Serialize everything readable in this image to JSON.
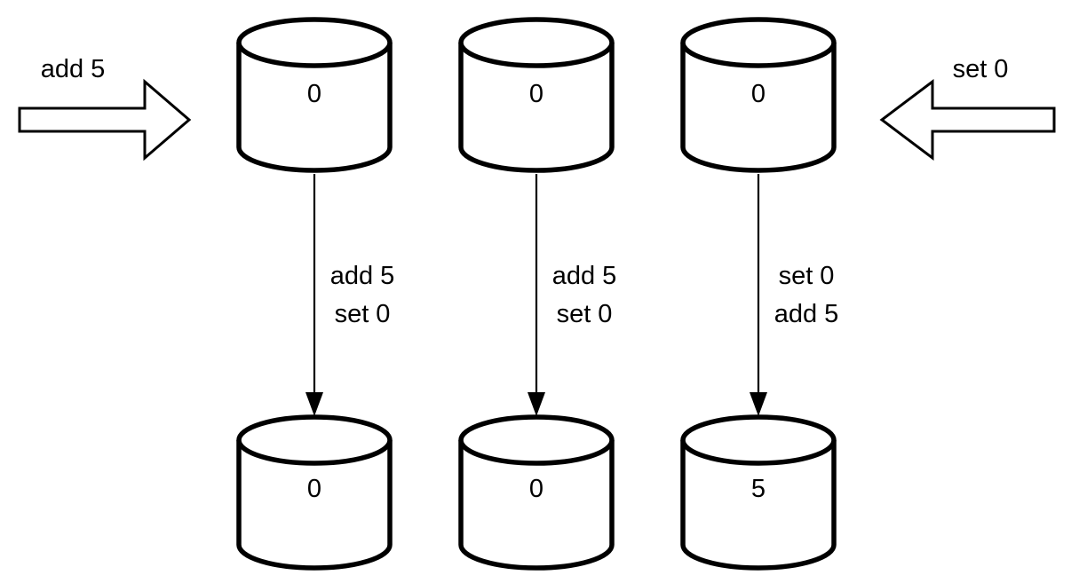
{
  "colors": {
    "background": "#ffffff",
    "line": "#000000"
  },
  "incoming": {
    "left_label": "add 5",
    "right_label": "set 0"
  },
  "replicas": [
    {
      "initial_value": "0",
      "ops": [
        "add 5",
        "set 0"
      ],
      "final_value": "0"
    },
    {
      "initial_value": "0",
      "ops": [
        "add 5",
        "set 0"
      ],
      "final_value": "0"
    },
    {
      "initial_value": "0",
      "ops": [
        "set 0",
        "add 5"
      ],
      "final_value": "5"
    }
  ]
}
